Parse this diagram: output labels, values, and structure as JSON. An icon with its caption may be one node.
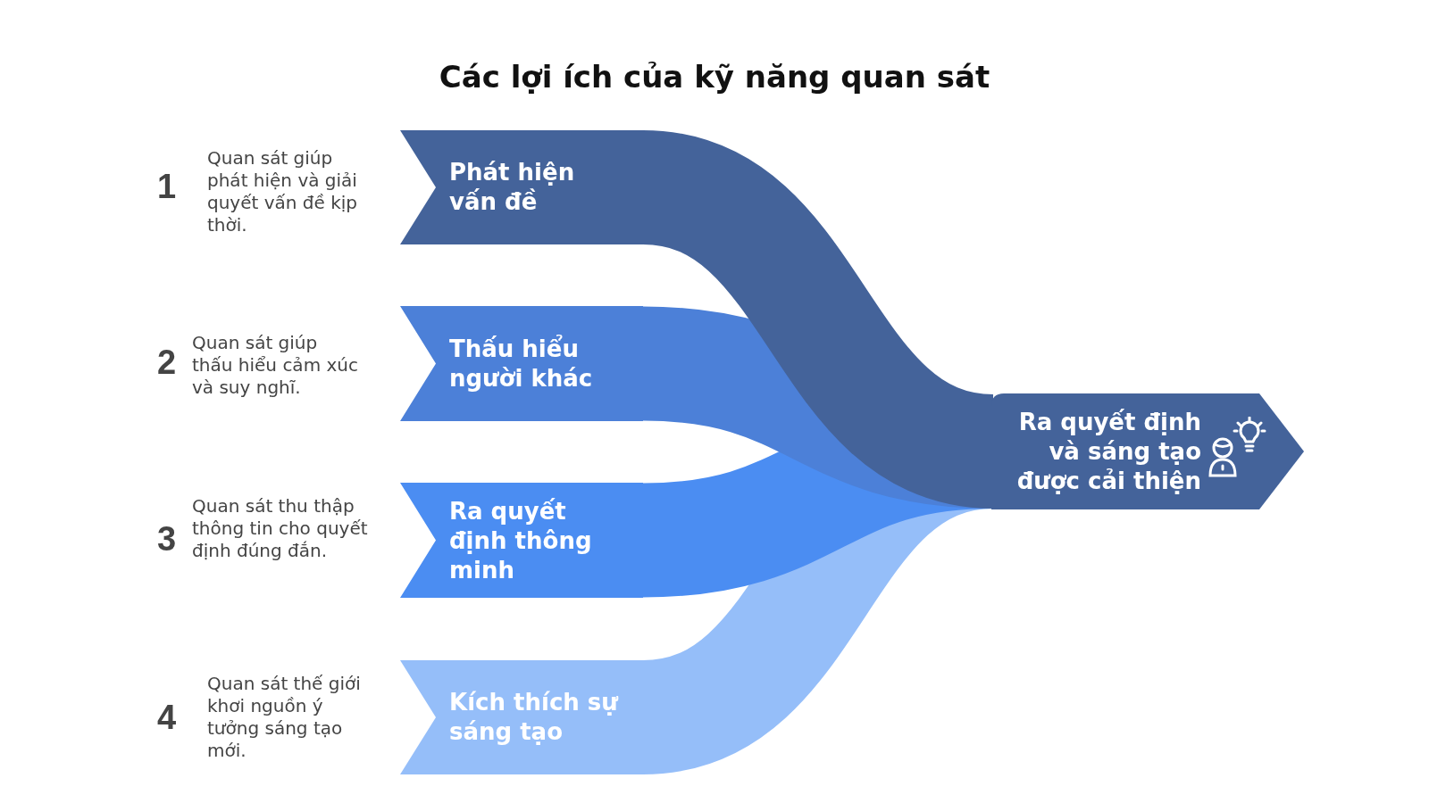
{
  "diagram": {
    "title": "Các lợi ích của kỹ năng quan sát",
    "nodes": [
      {
        "text": [
          "Phát hiện vấn đề"
        ],
        "beside": [
          "1",
          "Quan sát giúp phát hiện và giải quyết vấn đề kịp thời."
        ]
      },
      {
        "text": [
          "Thấu hiểu người khác"
        ],
        "beside": [
          "2",
          "Quan sát giúp thấu hiểu cảm xúc và suy nghĩ."
        ]
      },
      {
        "text": [
          "Ra quyết định thông minh"
        ],
        "beside": [
          "3",
          "Quan sát thu thập thông tin cho quyết định đúng đắn."
        ]
      },
      {
        "text": [
          "Kích thích sự sáng tạo"
        ],
        "beside": [
          "4",
          "Quan sát thế giới khơi nguồn ý tưởng sáng tạo mới."
        ]
      },
      {
        "text": [
          "Ra quyết định và sáng tạo được cải thiện"
        ]
      }
    ],
    "edges": [
      {
        "from": 0,
        "to": 4,
        "arrow": "none",
        "color": "#44639a"
      },
      {
        "from": 1,
        "to": 4,
        "arrow": "none",
        "color": "#4c80d8"
      },
      {
        "from": 2,
        "to": 4,
        "arrow": "none",
        "color": "#4b8df2"
      },
      {
        "from": 3,
        "to": 4,
        "arrow": "none",
        "color": "#95bef9"
      }
    ]
  }
}
